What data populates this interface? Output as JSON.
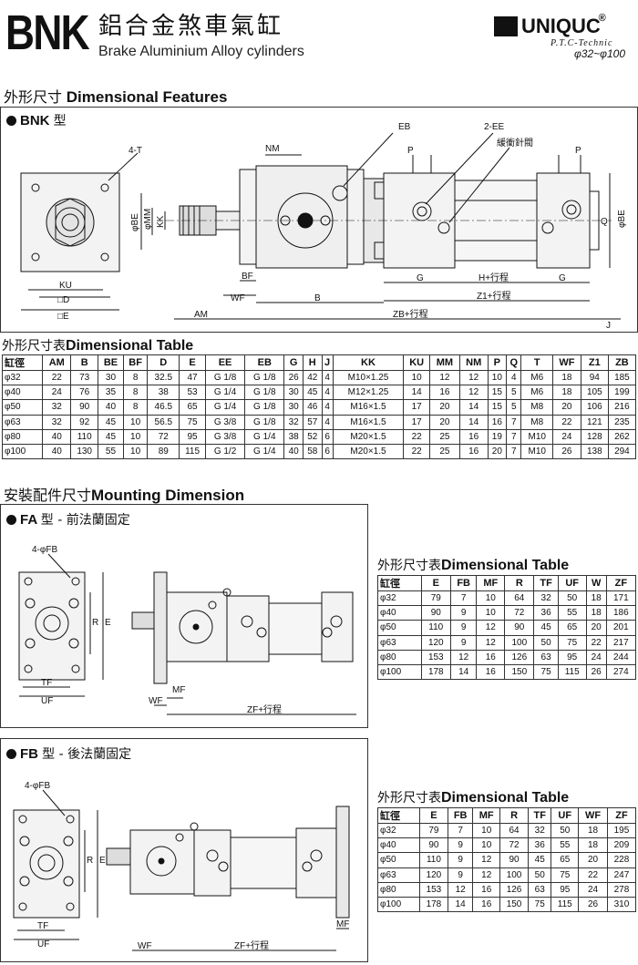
{
  "header": {
    "model": "BNK",
    "title_cn": "鋁合金煞車氣缸",
    "title_en": "Brake Aluminium Alloy cylinders",
    "brand": "UNIQUC",
    "brand_mark": "®",
    "brand_sub": "P.T.C-Technic",
    "range": "φ32~φ100"
  },
  "dimensional_features": {
    "title_cn": "外形尺寸",
    "title_en": "Dimensional Features",
    "subtitle_en": "BNK",
    "subtitle_cn": "型",
    "labels": {
      "t4": "4-T",
      "nm": "NM",
      "eb": "EB",
      "ee2": "2-EE",
      "valve": "緩衝針閥",
      "p1": "P",
      "p2": "P",
      "be_right": "φBE",
      "q": "Q",
      "be_left": "φBE",
      "mm": "φMM",
      "kk": "KK",
      "ku": "KU",
      "d": "□D",
      "e": "□E",
      "bf": "BF",
      "wf": "WF",
      "b": "B",
      "g1": "G",
      "g2": "G",
      "h_stroke": "H+行程",
      "z1_stroke": "Z1+行程",
      "am": "AM",
      "zb_stroke": "ZB+行程",
      "j": "J"
    }
  },
  "dimensional_table": {
    "title_cn": "外形尺寸表",
    "title_en": "Dimensional Table",
    "headers": [
      "缸徑",
      "AM",
      "B",
      "BE",
      "BF",
      "D",
      "E",
      "EE",
      "EB",
      "G",
      "H",
      "J",
      "KK",
      "KU",
      "MM",
      "NM",
      "P",
      "Q",
      "T",
      "WF",
      "Z1",
      "ZB"
    ],
    "rows": [
      [
        "φ32",
        "22",
        "73",
        "30",
        "8",
        "32.5",
        "47",
        "G 1/8",
        "G 1/8",
        "26",
        "42",
        "4",
        "M10×1.25",
        "10",
        "12",
        "12",
        "10",
        "4",
        "M6",
        "18",
        "94",
        "185"
      ],
      [
        "φ40",
        "24",
        "76",
        "35",
        "8",
        "38",
        "53",
        "G 1/4",
        "G 1/8",
        "30",
        "45",
        "4",
        "M12×1.25",
        "14",
        "16",
        "12",
        "15",
        "5",
        "M6",
        "18",
        "105",
        "199"
      ],
      [
        "φ50",
        "32",
        "90",
        "40",
        "8",
        "46.5",
        "65",
        "G 1/4",
        "G 1/8",
        "30",
        "46",
        "4",
        "M16×1.5",
        "17",
        "20",
        "14",
        "15",
        "5",
        "M8",
        "20",
        "106",
        "216"
      ],
      [
        "φ63",
        "32",
        "92",
        "45",
        "10",
        "56.5",
        "75",
        "G 3/8",
        "G 1/8",
        "32",
        "57",
        "4",
        "M16×1.5",
        "17",
        "20",
        "14",
        "16",
        "7",
        "M8",
        "22",
        "121",
        "235"
      ],
      [
        "φ80",
        "40",
        "110",
        "45",
        "10",
        "72",
        "95",
        "G 3/8",
        "G 1/4",
        "38",
        "52",
        "6",
        "M20×1.5",
        "22",
        "25",
        "16",
        "19",
        "7",
        "M10",
        "24",
        "128",
        "262"
      ],
      [
        "φ100",
        "40",
        "130",
        "55",
        "10",
        "89",
        "115",
        "G 1/2",
        "G 1/4",
        "40",
        "58",
        "6",
        "M20×1.5",
        "22",
        "25",
        "16",
        "20",
        "7",
        "M10",
        "26",
        "138",
        "294"
      ]
    ]
  },
  "mounting": {
    "title_cn": "安裝配件尺寸",
    "title_en": "Mounting Dimension",
    "fa": {
      "subtitle_en": "FA",
      "subtitle_cn": "型 - 前法蘭固定",
      "labels": {
        "fb": "4-φFB",
        "r": "R",
        "e": "E",
        "tf": "TF",
        "uf": "UF",
        "mf": "MF",
        "wf": "WF",
        "zf_stroke": "ZF+行程"
      },
      "table_title_cn": "外形尺寸表",
      "table_title_en": "Dimensional Table",
      "headers": [
        "缸徑",
        "E",
        "FB",
        "MF",
        "R",
        "TF",
        "UF",
        "W",
        "ZF"
      ],
      "rows": [
        [
          "φ32",
          "79",
          "7",
          "10",
          "64",
          "32",
          "50",
          "18",
          "171"
        ],
        [
          "φ40",
          "90",
          "9",
          "10",
          "72",
          "36",
          "55",
          "18",
          "186"
        ],
        [
          "φ50",
          "110",
          "9",
          "12",
          "90",
          "45",
          "65",
          "20",
          "201"
        ],
        [
          "φ63",
          "120",
          "9",
          "12",
          "100",
          "50",
          "75",
          "22",
          "217"
        ],
        [
          "φ80",
          "153",
          "12",
          "16",
          "126",
          "63",
          "95",
          "24",
          "244"
        ],
        [
          "φ100",
          "178",
          "14",
          "16",
          "150",
          "75",
          "115",
          "26",
          "274"
        ]
      ]
    },
    "fb": {
      "subtitle_en": "FB",
      "subtitle_cn": "型 - 後法蘭固定",
      "labels": {
        "fb": "4-φFB",
        "r": "R",
        "e": "E",
        "tf": "TF",
        "uf": "UF",
        "mf": "MF",
        "wf": "WF",
        "zf_stroke": "ZF+行程"
      },
      "table_title_cn": "外形尺寸表",
      "table_title_en": "Dimensional Table",
      "headers": [
        "缸徑",
        "E",
        "FB",
        "MF",
        "R",
        "TF",
        "UF",
        "WF",
        "ZF"
      ],
      "rows": [
        [
          "φ32",
          "79",
          "7",
          "10",
          "64",
          "32",
          "50",
          "18",
          "195"
        ],
        [
          "φ40",
          "90",
          "9",
          "10",
          "72",
          "36",
          "55",
          "18",
          "209"
        ],
        [
          "φ50",
          "110",
          "9",
          "12",
          "90",
          "45",
          "65",
          "20",
          "228"
        ],
        [
          "φ63",
          "120",
          "9",
          "12",
          "100",
          "50",
          "75",
          "22",
          "247"
        ],
        [
          "φ80",
          "153",
          "12",
          "16",
          "126",
          "63",
          "95",
          "24",
          "278"
        ],
        [
          "φ100",
          "178",
          "14",
          "16",
          "150",
          "75",
          "115",
          "26",
          "310"
        ]
      ]
    }
  }
}
